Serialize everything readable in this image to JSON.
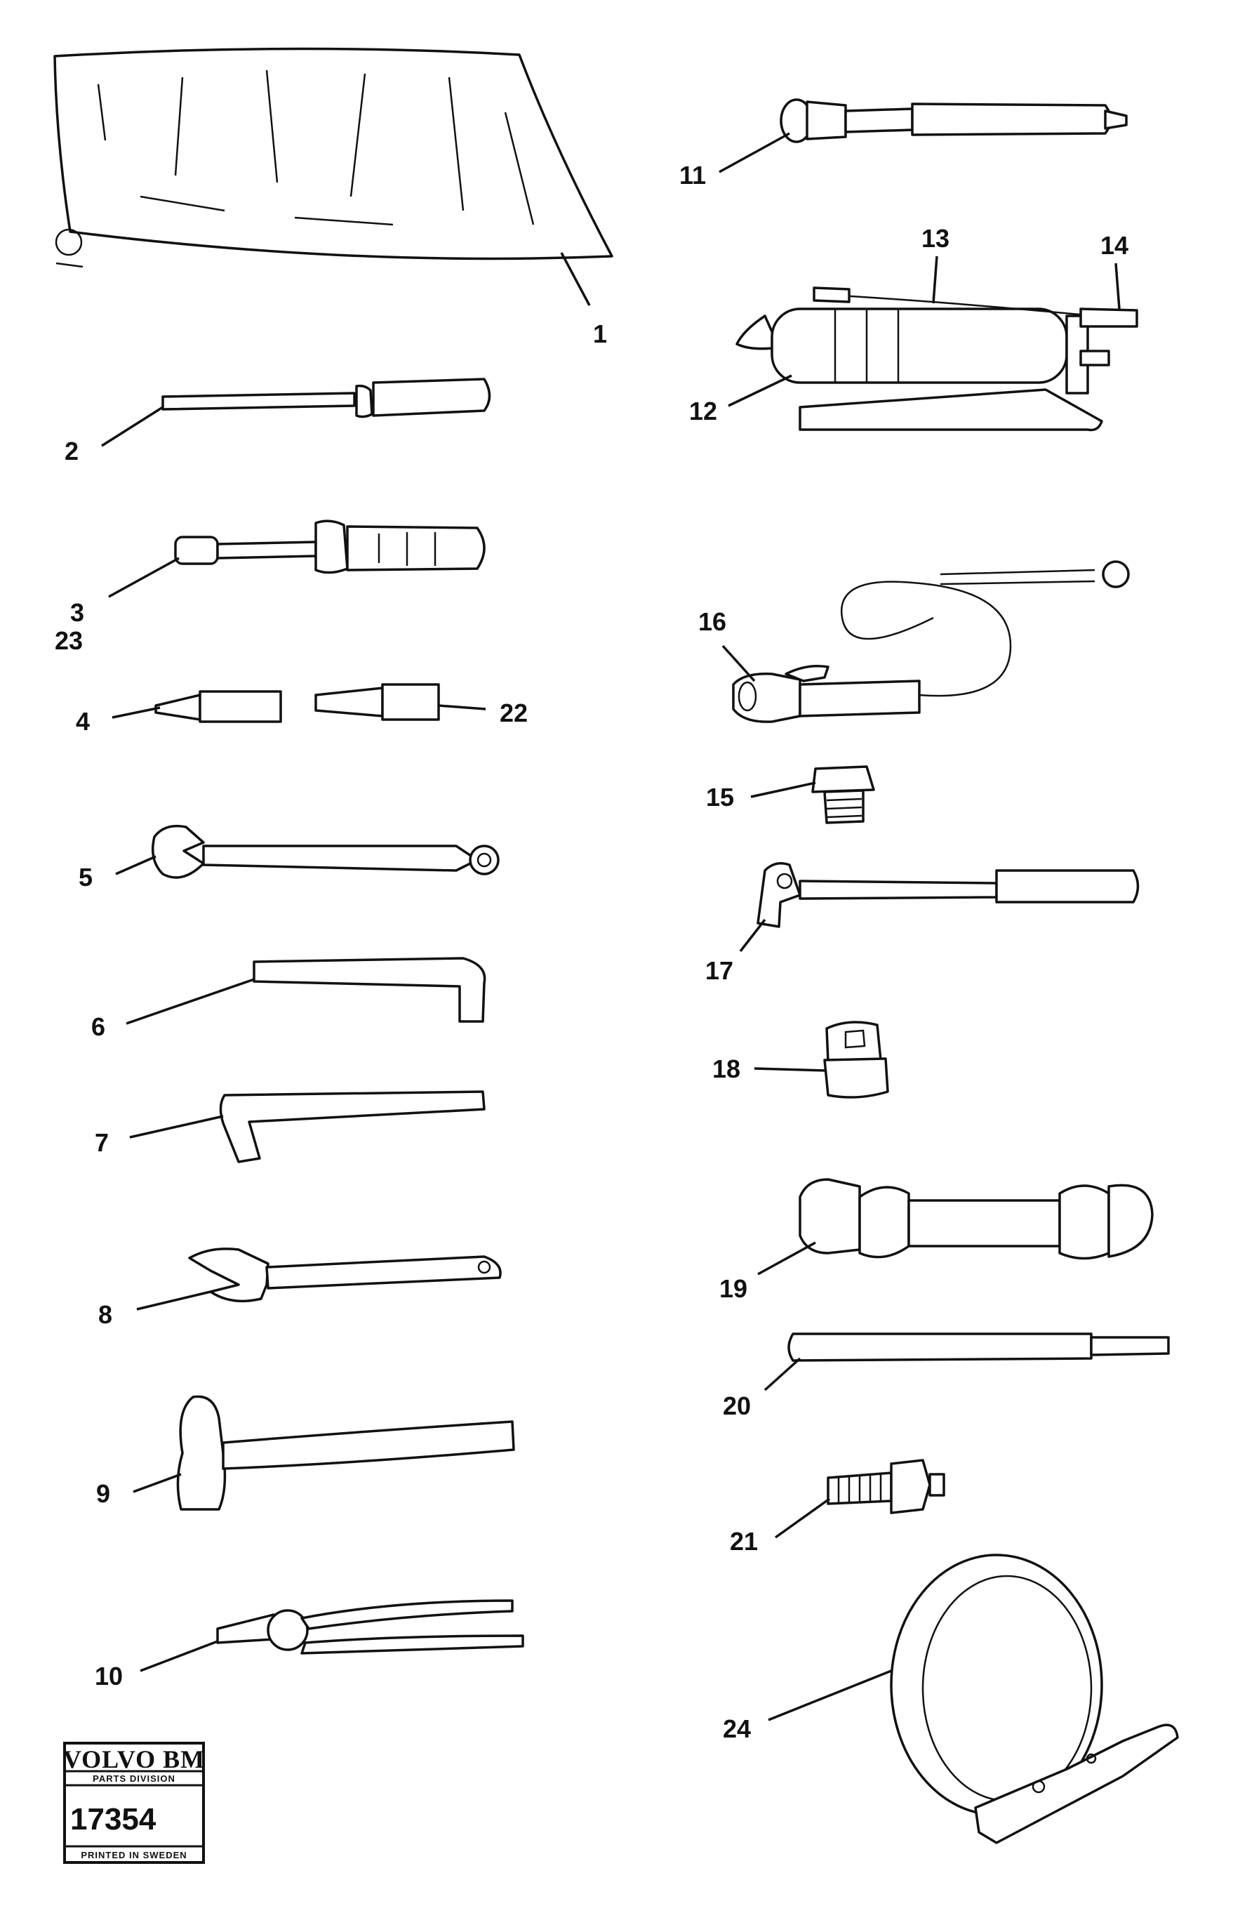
{
  "callouts": [
    "1",
    "2",
    "3",
    "23",
    "4",
    "22",
    "5",
    "6",
    "7",
    "8",
    "9",
    "10",
    "11",
    "12",
    "13",
    "14",
    "15",
    "16",
    "17",
    "18",
    "19",
    "20",
    "21",
    "24"
  ],
  "badge": {
    "brand": "VOLVO BM",
    "division": "PARTS DIVISION",
    "number": "17354",
    "printed": "PRINTED IN SWEDEN"
  }
}
